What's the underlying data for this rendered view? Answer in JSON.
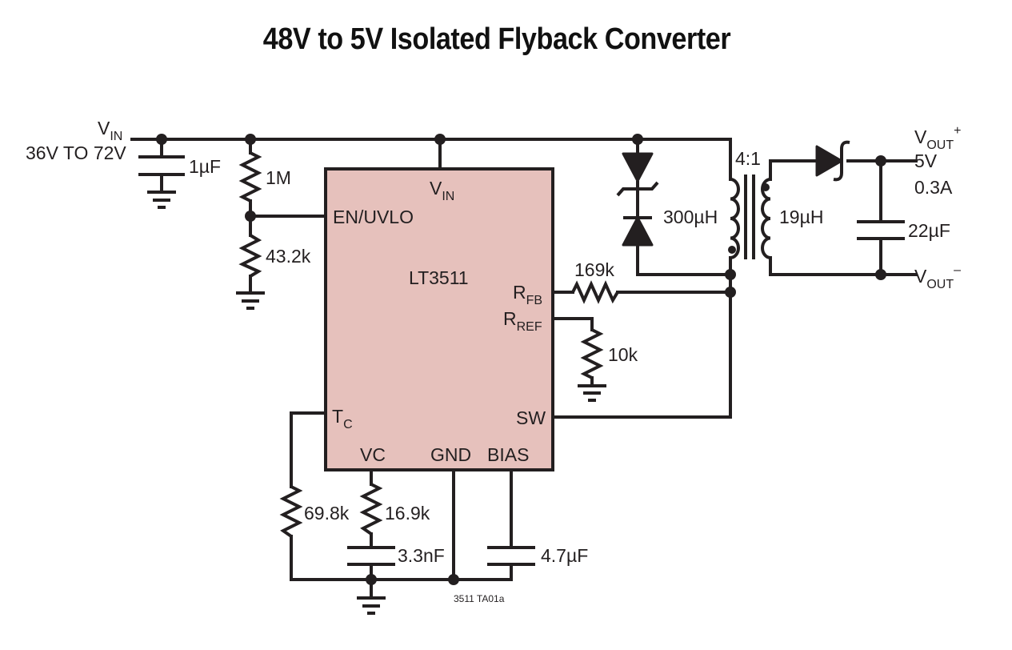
{
  "title": "48V to 5V Isolated Flyback Converter",
  "ic": {
    "name": "LT3511",
    "pins": {
      "vin_main": "V",
      "vin_sub": "IN",
      "en_uvlo": "EN/UVLO",
      "rfb_main": "R",
      "rfb_sub": "FB",
      "rref_main": "R",
      "rref_sub": "REF",
      "sw": "SW",
      "tc_main": "T",
      "tc_sub": "C",
      "vc": "VC",
      "gnd": "GND",
      "bias": "BIAS"
    }
  },
  "input": {
    "label_main": "V",
    "label_sub": "IN",
    "range": "36V TO 72V"
  },
  "output": {
    "plus_main": "V",
    "plus_sub": "OUT",
    "plus_sup": "+",
    "minus_main": "V",
    "minus_sub": "OUT",
    "minus_sup": "–",
    "voltage": "5V",
    "current": "0.3A"
  },
  "components": {
    "c_in": "1µF",
    "r_top": "1M",
    "r_bottom": "43.2k",
    "transformer_ratio": "4:1",
    "primary_l": "300µH",
    "secondary_l": "19µH",
    "c_out": "22µF",
    "r_fb": "169k",
    "r_ref": "10k",
    "r_tc": "69.8k",
    "r_vc": "16.9k",
    "c_vc": "3.3nF",
    "c_bias": "4.7µF"
  },
  "figure_id": "3511 TA01a",
  "colors": {
    "ic_fill": "#e6c1bc",
    "line": "#231f20"
  }
}
